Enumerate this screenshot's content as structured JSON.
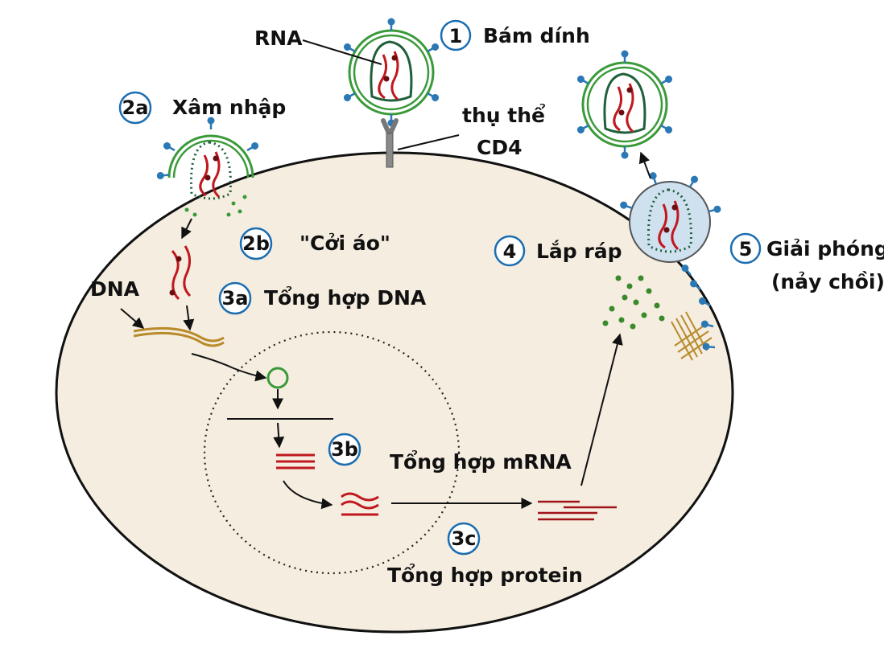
{
  "labels": {
    "rna": "RNA",
    "receptor_line1": "thụ thể",
    "receptor_line2": "CD4",
    "dna": "DNA"
  },
  "steps": [
    {
      "num": "1",
      "text": "Bám dính"
    },
    {
      "num": "2a",
      "text": "Xâm nhập"
    },
    {
      "num": "2b",
      "text": "\"Cởi áo\""
    },
    {
      "num": "3a",
      "text": "Tổng hợp DNA"
    },
    {
      "num": "3b",
      "text": "Tổng hợp mRNA"
    },
    {
      "num": "3c",
      "text": "Tổng hợp protein"
    },
    {
      "num": "4",
      "text": "Lắp ráp"
    },
    {
      "num": "5",
      "text": "Giải phóng",
      "text2": "(nảy chồi)"
    }
  ],
  "colors": {
    "cell_fill": "#f4ede0",
    "cell_stroke": "#111111",
    "envelope": "#3a9a3a",
    "capsid": "#1f5f3a",
    "rna": "#c0181e",
    "dna": "#b88a2a",
    "spike": "#2a78b5",
    "circle_stroke": "#1b6db0",
    "bud_fill": "#cfe0ef"
  }
}
